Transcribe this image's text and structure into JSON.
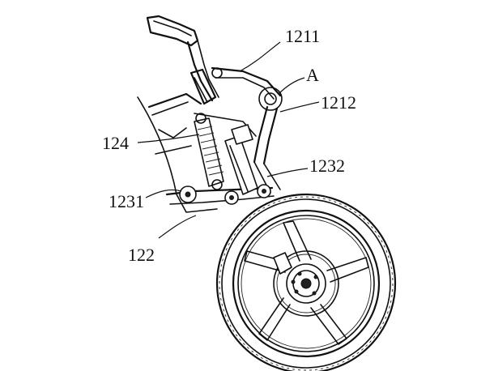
{
  "labels": {
    "l1211": "1211",
    "lA": "A",
    "l1212": "1212",
    "l124": "124",
    "l1232": "1232",
    "l1231": "1231",
    "l122": "122"
  }
}
